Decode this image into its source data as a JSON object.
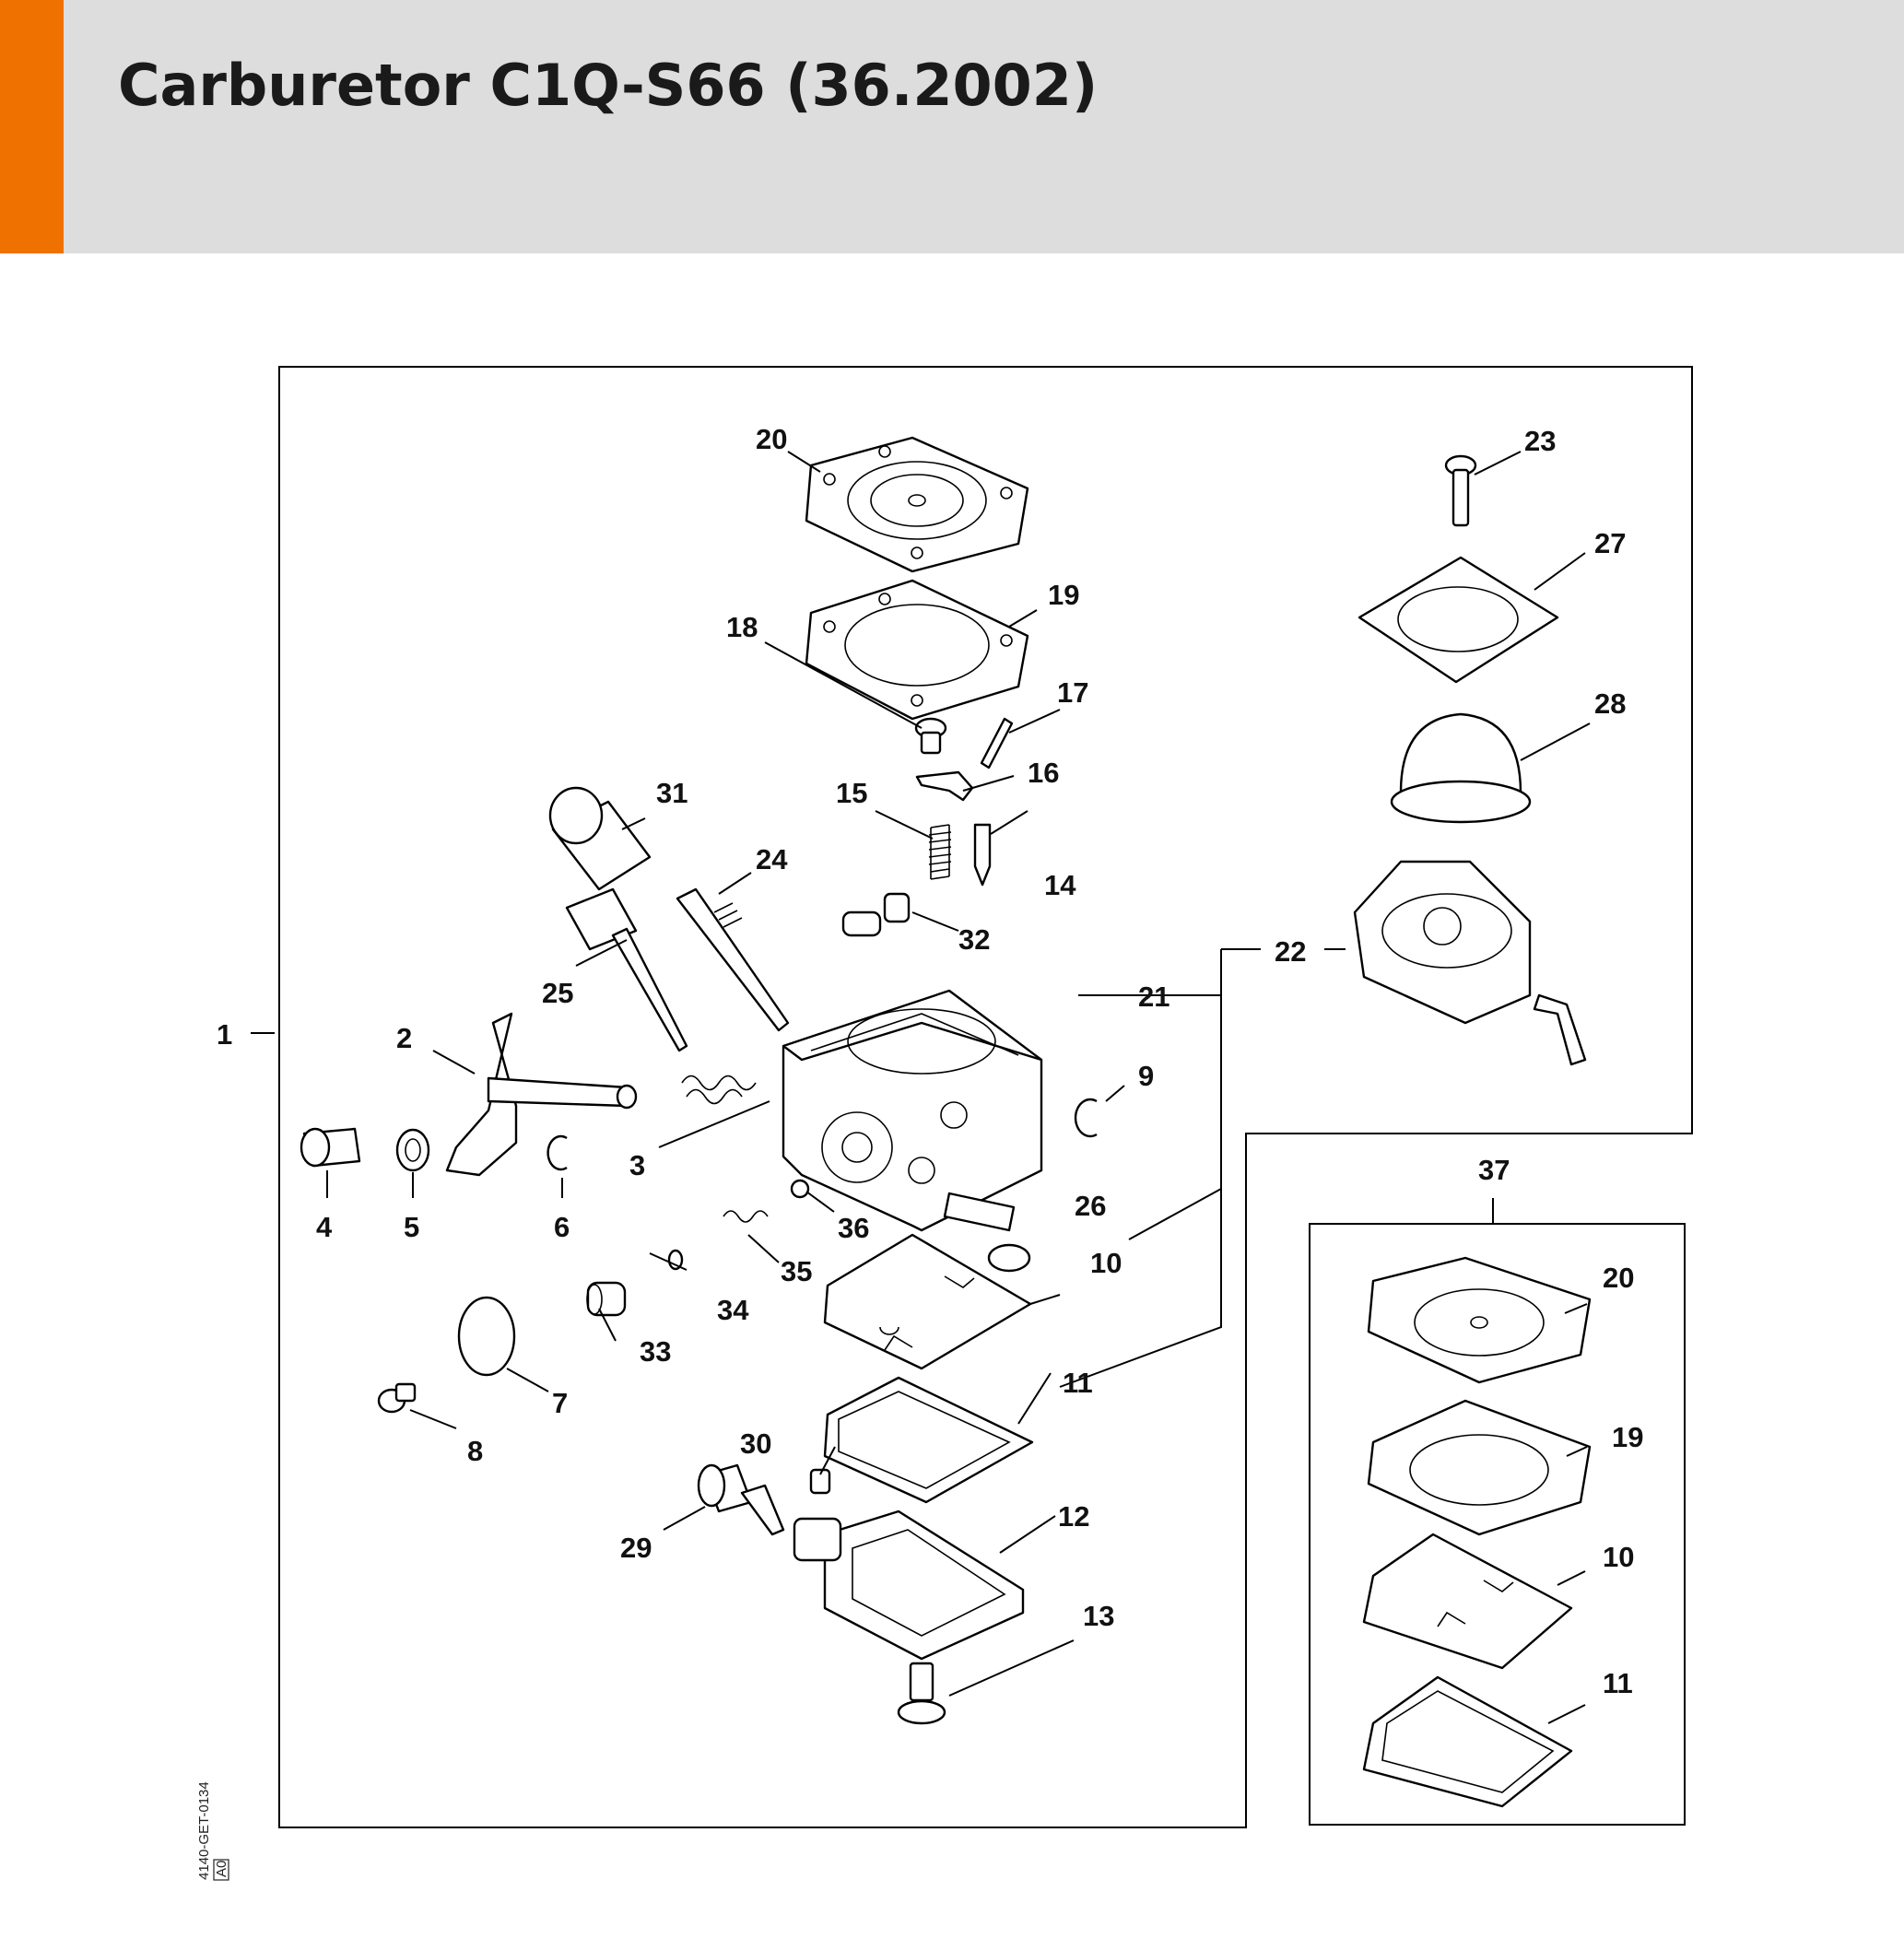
{
  "page": {
    "title": "Carburetor C1Q-S66 (36.2002)",
    "drawing_code": "4140-GET-0134",
    "revision": "A0"
  },
  "colors": {
    "accent": "#ef7100",
    "header_bg": "#dcdddc",
    "line": "#000000"
  },
  "callouts": {
    "c1": "1",
    "c2": "2",
    "c3": "3",
    "c4": "4",
    "c5": "5",
    "c6": "6",
    "c7": "7",
    "c8": "8",
    "c9": "9",
    "c10": "10",
    "c11": "11",
    "c12": "12",
    "c13": "13",
    "c14": "14",
    "c15": "15",
    "c16": "16",
    "c17": "17",
    "c18": "18",
    "c19": "19",
    "c20": "20",
    "c21": "21",
    "c22": "22",
    "c23": "23",
    "c24": "24",
    "c25": "25",
    "c26": "26",
    "c27": "27",
    "c28": "28",
    "c29": "29",
    "c30": "30",
    "c31": "31",
    "c32": "32",
    "c33": "33",
    "c34": "34",
    "c35": "35",
    "c36": "36",
    "c37": "37",
    "k20": "20",
    "k19": "19",
    "k10": "10",
    "k11": "11"
  }
}
